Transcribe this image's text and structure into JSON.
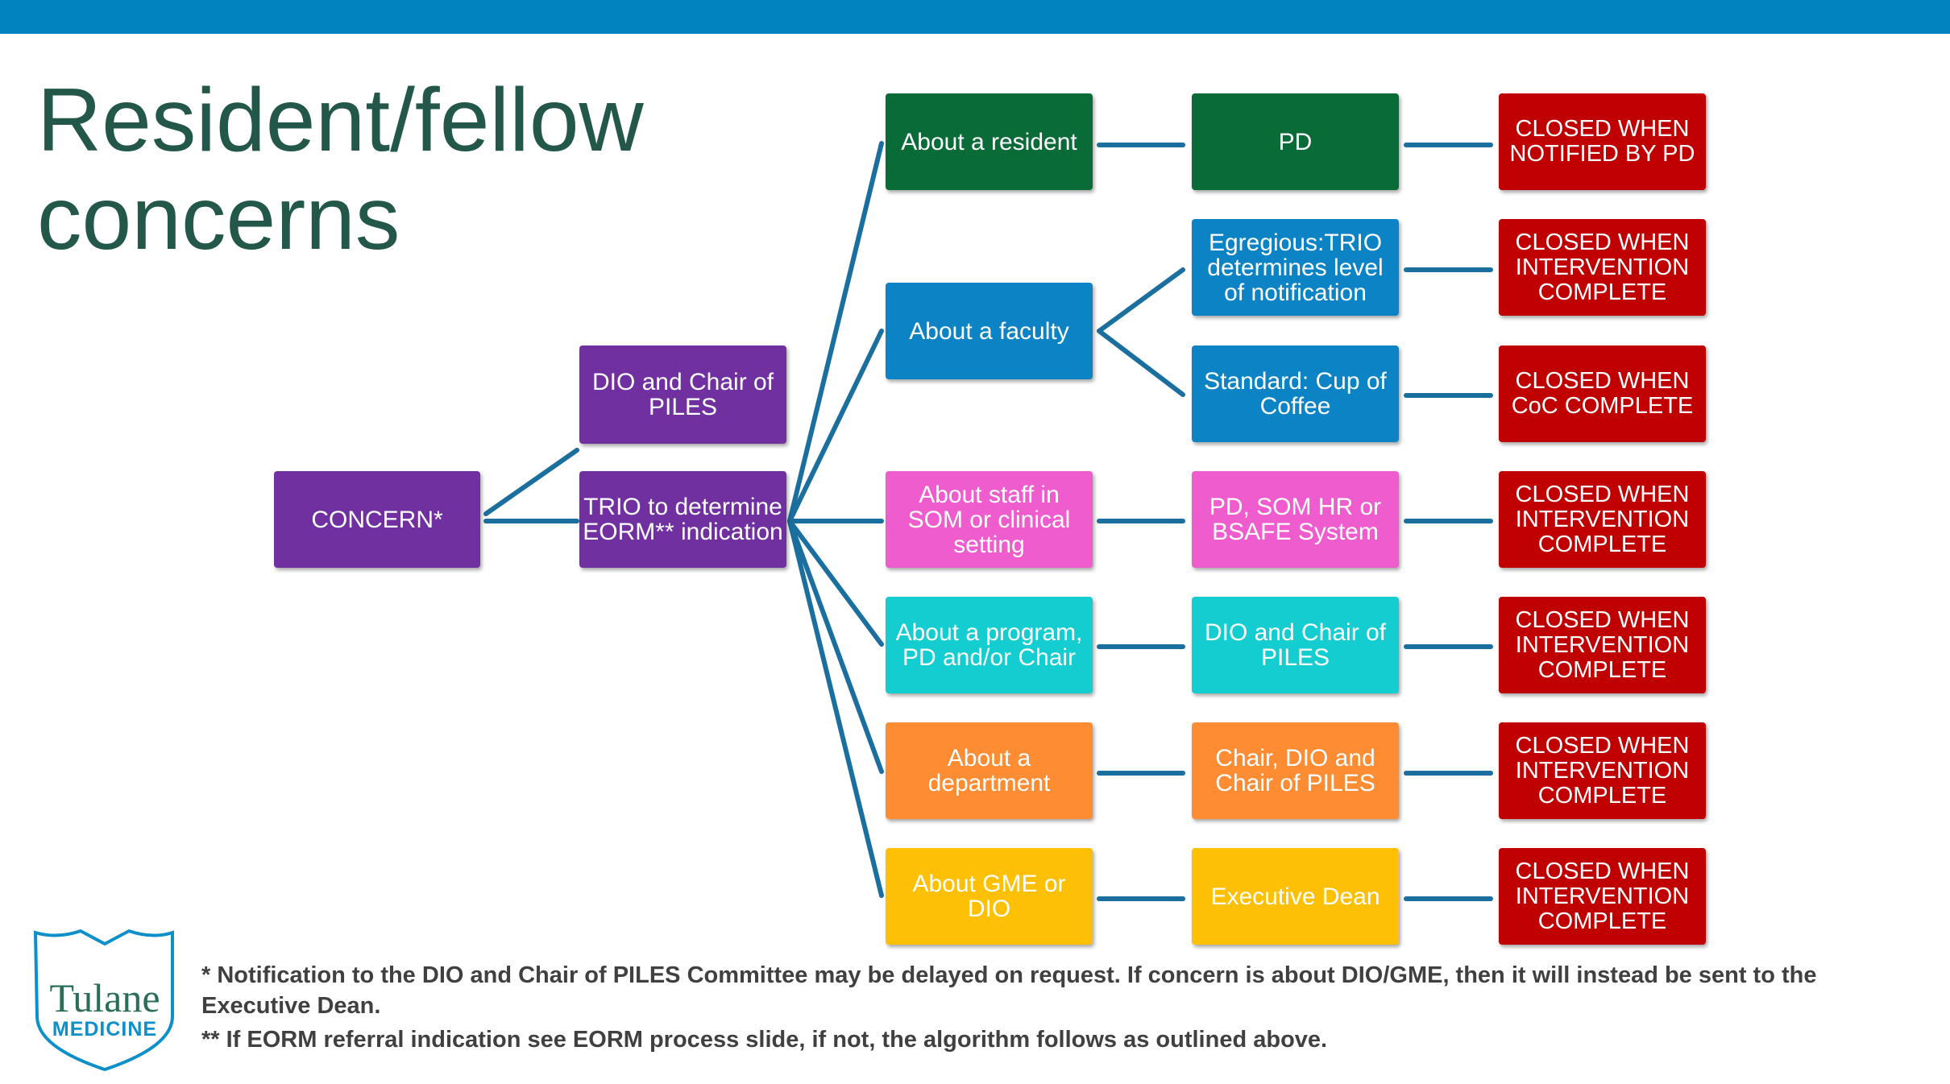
{
  "slide": {
    "title_line1": "Resident/fellow",
    "title_line2": "concerns",
    "accent_color": "#0083bf",
    "title_color": "#22574a"
  },
  "boxes": {
    "concern": "CONCERN*",
    "dio_chair_piles": "DIO and Chair of PILES",
    "trio_determine": "TRIO to determine EORM** indication",
    "about_resident": "About a resident",
    "about_faculty": "About a faculty",
    "about_staff": "About staff in SOM or clinical setting",
    "about_program": "About a program, PD and/or Chair",
    "about_department": "About a department",
    "about_gme": "About GME or DIO",
    "pd": "PD",
    "egregious": "Egregious:TRIO determines level of notification",
    "standard": "Standard: Cup of Coffee",
    "pd_som_hr": "PD, SOM HR or BSAFE System",
    "dio_chair_piles_2": "DIO and Chair of PILES",
    "chair_dio": "Chair, DIO and Chair of PILES",
    "executive_dean": "Executive Dean",
    "closed_pd": "CLOSED WHEN NOTIFIED BY PD",
    "closed_intervention_1": "CLOSED WHEN INTERVENTION COMPLETE",
    "closed_coc": "CLOSED WHEN CoC COMPLETE",
    "closed_intervention_2": "CLOSED WHEN INTERVENTION COMPLETE",
    "closed_intervention_3": "CLOSED WHEN INTERVENTION COMPLETE",
    "closed_intervention_4": "CLOSED WHEN INTERVENTION COMPLETE",
    "closed_intervention_5": "CLOSED WHEN INTERVENTION COMPLETE"
  },
  "colors": {
    "purple": "#7030a0",
    "green": "#086b38",
    "blue": "#0b83c5",
    "pink": "#ef5ccd",
    "teal": "#13cdd0",
    "orange": "#fd8c33",
    "yellow": "#fec004",
    "red": "#c00000",
    "connector": "#1b6f9f"
  },
  "logo": {
    "line1": "Tulane",
    "line2": "MEDICINE"
  },
  "footnotes": {
    "note1": "* Notification to the DIO and Chair of PILES Committee may be delayed on request. If concern is about DIO/GME, then it will instead be sent to the Executive Dean.",
    "note2": "** If EORM referral indication see EORM process slide, if not, the algorithm follows as outlined above."
  }
}
